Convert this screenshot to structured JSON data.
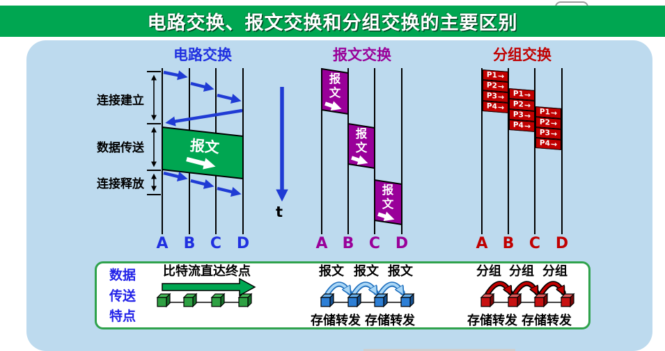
{
  "page": {
    "title": "电路交换、报文交换和分组交换的主要区别"
  },
  "columns": {
    "circuit": {
      "title": "电路交换",
      "phases": [
        "连接建立",
        "数据传送",
        "连接释放"
      ],
      "message_label": "报文",
      "time_axis_label": "t",
      "nodes": [
        "A",
        "B",
        "C",
        "D"
      ]
    },
    "message": {
      "title": "报文交换",
      "blocks": [
        "报文",
        "报文",
        "报文"
      ],
      "nodes": [
        "A",
        "B",
        "C",
        "D"
      ]
    },
    "packet": {
      "title": "分组交换",
      "packets": [
        "P1",
        "P2",
        "P3",
        "P4"
      ],
      "nodes": [
        "A",
        "B",
        "C",
        "D"
      ]
    }
  },
  "features": {
    "heading_lines": [
      "数据",
      "传送",
      "特点"
    ],
    "circuit_caption": "比特流直达终点",
    "message_caption_labels": [
      "报文",
      "报文",
      "报文"
    ],
    "message_store_labels": [
      "存储转发",
      "存储转发"
    ],
    "packet_caption_labels": [
      "分组",
      "分组",
      "分组"
    ],
    "packet_store_labels": [
      "存储转发",
      "存储转发"
    ]
  },
  "icons": {
    "right_arrow": "→"
  },
  "colors": {
    "title_bar_green": "#00A651",
    "panel_blue": "#BDDAEE",
    "circuit_blue": "#1F3BD4",
    "node_label_blue": "#2030E0",
    "message_purple": "#990099",
    "packet_red": "#C00000",
    "diagram_green": "#00A651",
    "feature_heading_blue": "#2121E8"
  }
}
